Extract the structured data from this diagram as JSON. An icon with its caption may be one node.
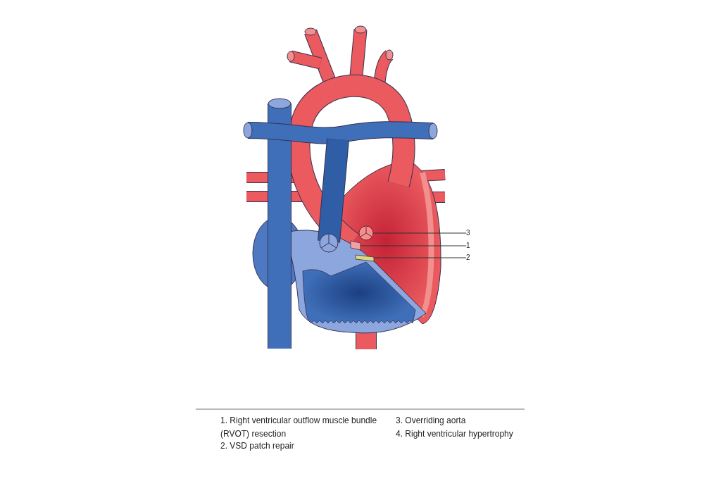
{
  "diagram": {
    "nodes": [
      {
        "text": [
          "3"
        ]
      },
      {
        "text": [
          "1"
        ]
      },
      {
        "text": [
          "2"
        ]
      },
      {
        "text": [],
        "shape": "circle"
      },
      {
        "text": [],
        "shape": "bar"
      },
      {
        "text": [],
        "shape": "bar"
      }
    ],
    "edges": [
      {
        "from": 0,
        "to": 3,
        "arrow": "none"
      },
      {
        "from": 1,
        "to": 4,
        "arrow": "none"
      },
      {
        "from": 2,
        "to": 5,
        "arrow": "none"
      }
    ],
    "labels": [
      "1. Right ventricular outflow muscle bundle (RVOT) resection",
      "2. VSD patch repair",
      "3. Overriding aorta",
      "4. Right ventricular hypertrophy"
    ]
  }
}
